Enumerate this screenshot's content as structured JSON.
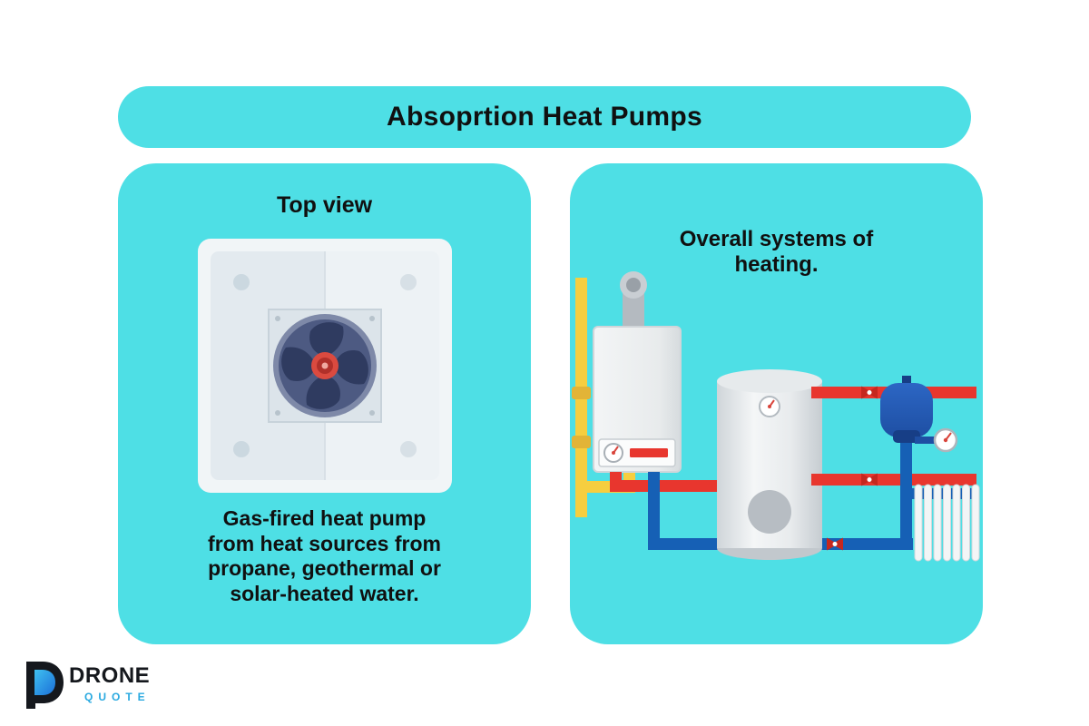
{
  "title": "Absoprtion Heat Pumps",
  "panels": {
    "left": {
      "heading": "Top view",
      "caption_lines": [
        "Gas-fired heat pump",
        "from heat sources from",
        "propane, geothermal or",
        "solar-heated water."
      ]
    },
    "right": {
      "heading_lines": [
        "Overall systems of",
        "heating."
      ]
    }
  },
  "logo": {
    "name": "DRONE",
    "sub": "QUOTE"
  },
  "colors": {
    "panel_bg": "#4EDFE5",
    "text": "#101010",
    "pipe_red": "#E8362E",
    "pipe_blue": "#1660B5",
    "pipe_yellow": "#F6CE3F",
    "vessel_blue": "#1E4FA3",
    "fan_navy": "#2F3B60",
    "logo_blue": "#29A9E0"
  },
  "illustrations": {
    "left": {
      "name": "heat-pump-top-view",
      "parts": [
        "casing",
        "corner-screws",
        "mounting-plate",
        "fan-blades",
        "fan-hub"
      ]
    },
    "right": {
      "name": "heating-system-schematic",
      "parts": [
        "gas-pipe-yellow",
        "flue-chimney",
        "gas-boiler",
        "boiler-control-gauge",
        "hot-water-tank",
        "tank-gauge",
        "hot-pipe-red",
        "return-pipe-blue",
        "shutoff-valves",
        "expansion-vessel",
        "pressure-gauge",
        "radiator"
      ]
    }
  }
}
